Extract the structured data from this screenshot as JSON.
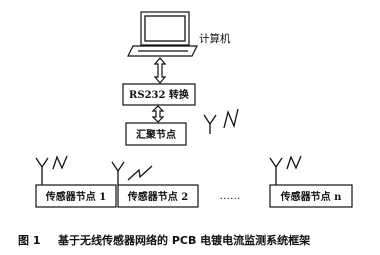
{
  "computer": {
    "label": "计算机"
  },
  "rs232": {
    "label": "RS232 转换"
  },
  "sink": {
    "label": "汇聚节点"
  },
  "nodes": [
    {
      "label": "传感器节点 1"
    },
    {
      "label": "传感器节点 2"
    },
    {
      "label": "传感器节点 n"
    }
  ],
  "ellipsis": "……",
  "caption": {
    "number": "图 1",
    "title": "基于无线传感器网络的 PCB 电镀电流监测系统框架"
  }
}
